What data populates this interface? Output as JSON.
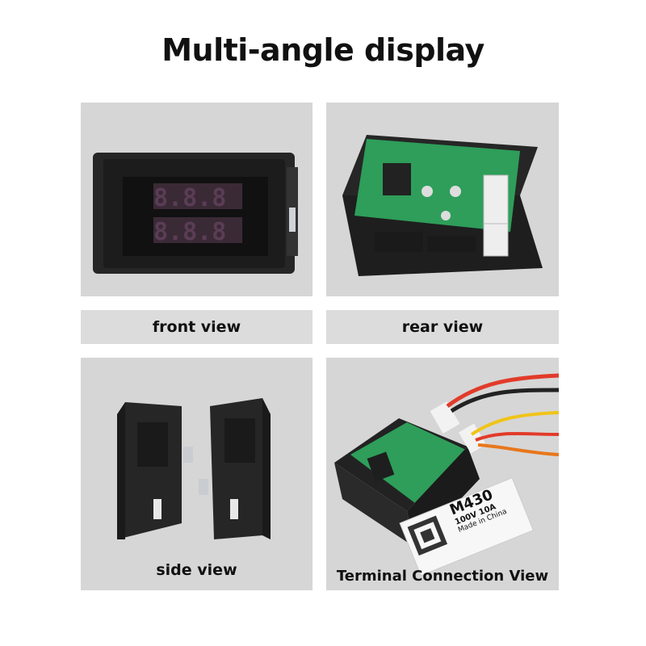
{
  "header": {
    "title": "Multi-angle display"
  },
  "views": [
    {
      "caption": "front view"
    },
    {
      "caption": "rear view"
    },
    {
      "caption": "side view"
    },
    {
      "caption": "Terminal Connection View"
    }
  ],
  "label": {
    "model": "M430",
    "rating": "100V 10A",
    "origin": "Made in China"
  },
  "colors": {
    "panel_bg": "#d6d6d6",
    "pcb_green": "#2e9e5a",
    "housing": "#2a2a2a"
  }
}
